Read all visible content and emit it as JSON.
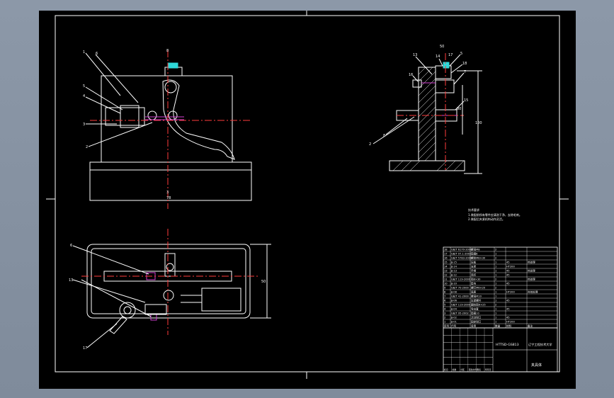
{
  "drawing": {
    "labels": {
      "top_view": [
        "1",
        "6",
        "5",
        "4",
        "3",
        "2"
      ],
      "top_dims": [
        "8",
        "3",
        "78"
      ],
      "side_view": [
        "13",
        "14",
        "5",
        "18",
        "16",
        "7",
        "15",
        "2",
        "8",
        "17"
      ],
      "side_dims": [
        "50",
        "100",
        "80"
      ],
      "plan_view": [
        "6",
        "13",
        "17"
      ],
      "plan_dims": [
        "50"
      ],
      "notes_title": "技术要求",
      "notes": [
        "1.装配前所有零件应清洗干净，去除毛刺。",
        "2.装配后夹紧机构动作灵活。"
      ]
    },
    "parts_table": {
      "rows": [
        [
          "18",
          "GB/T 6170-2000",
          "螺母M8",
          "2",
          "",
          ""
        ],
        [
          "17",
          "GB/T 97.1-2002",
          "垫圈8",
          "1",
          "",
          ""
        ],
        [
          "16",
          "GB/T 5783-2000",
          "螺栓M8×30",
          "2",
          "",
          ""
        ],
        [
          "15",
          "JJ-15",
          "压板",
          "1",
          "45",
          "热处理"
        ],
        [
          "14",
          "JJ-14",
          "支架",
          "1",
          "HT200",
          ""
        ],
        [
          "13",
          "JJ-13",
          "手柄",
          "1",
          "45",
          "热处理"
        ],
        [
          "12",
          "JJ-12",
          "连杆",
          "1",
          "45",
          ""
        ],
        [
          "11",
          "GB/T 119-2000",
          "销8×30",
          "2",
          "",
          "热处理"
        ],
        [
          "10",
          "JJ-10",
          "垫块",
          "1",
          "45",
          ""
        ],
        [
          "9",
          "GB/T 70-2000",
          "螺钉M6×20",
          "2",
          "",
          ""
        ],
        [
          "8",
          "JJ-08",
          "底座",
          "1",
          "HT200",
          "时效处理"
        ],
        [
          "7",
          "GB/T 41-2000",
          "螺母M10",
          "1",
          "",
          ""
        ],
        [
          "6",
          "JJ-06",
          "压紧螺杆",
          "1",
          "45",
          ""
        ],
        [
          "5",
          "GB/T 119-2000",
          "圆柱销6×25",
          "2",
          "",
          ""
        ],
        [
          "4",
          "JJ-04",
          "导向套",
          "1",
          "45",
          ""
        ],
        [
          "3",
          "GB/T 95-2002",
          "垫圈10",
          "1",
          "",
          ""
        ],
        [
          "2",
          "JJ-02",
          "活动钳口",
          "1",
          "45",
          ""
        ],
        [
          "1",
          "JJ-01",
          "固定钳口",
          "1",
          "HT200",
          ""
        ]
      ],
      "header": [
        "序号",
        "代号",
        "名称",
        "数量",
        "材料",
        "备注"
      ],
      "title_code": "HTTSD-GS813",
      "school": "辽宁工程技术大学",
      "drawing_name": "夹具体",
      "scale_row": [
        "标记",
        "处数",
        "分区",
        "更改文件号",
        "签名",
        "年月日"
      ]
    },
    "colors": {
      "background": "#000000",
      "line": "#ffffff",
      "center": "#ff3b3b",
      "accent": "#2ed8d8",
      "magenta": "#d040d0"
    }
  }
}
